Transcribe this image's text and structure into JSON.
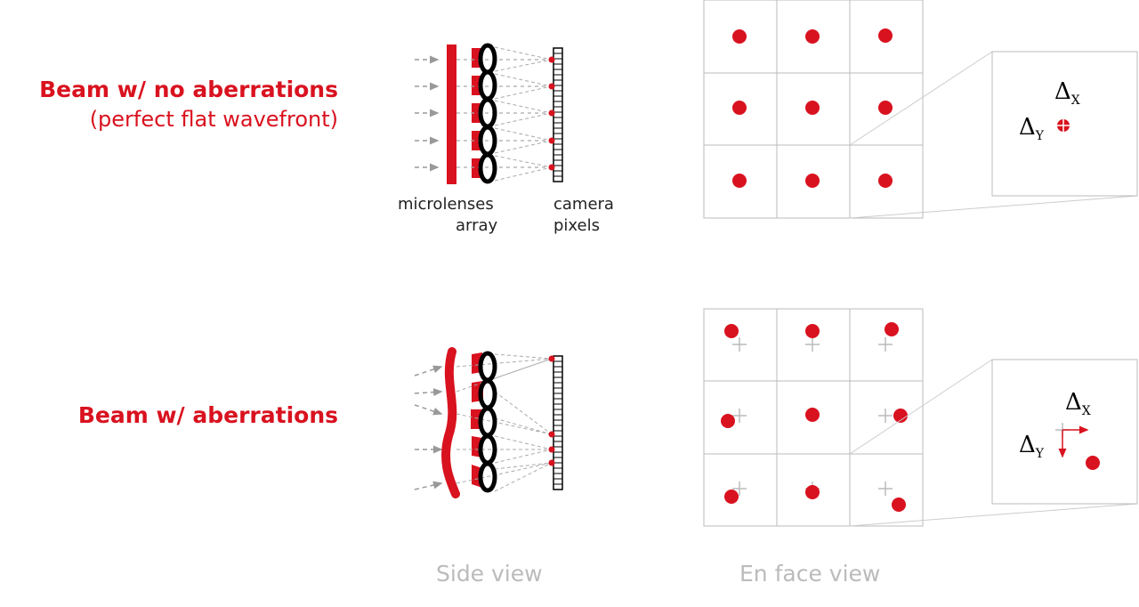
{
  "titles": {
    "top_bold": "Beam w/ no aberrations",
    "top_sub": "(perfect flat wavefront)",
    "bottom_bold": "Beam w/ aberrations"
  },
  "side_labels": {
    "microlenses_line1": "microlenses",
    "microlenses_line2": "array",
    "camera_line1": "camera",
    "camera_line2": "pixels"
  },
  "view_labels": {
    "side": "Side view",
    "enface": "En face view"
  },
  "delta": {
    "symbol": "Δ",
    "x_sub": "X",
    "y_sub": "Y"
  },
  "colors": {
    "accent": "#d9121f",
    "gray_text": "#bbbbbb",
    "grid": "#bbbbbb",
    "dash": "#999999"
  }
}
